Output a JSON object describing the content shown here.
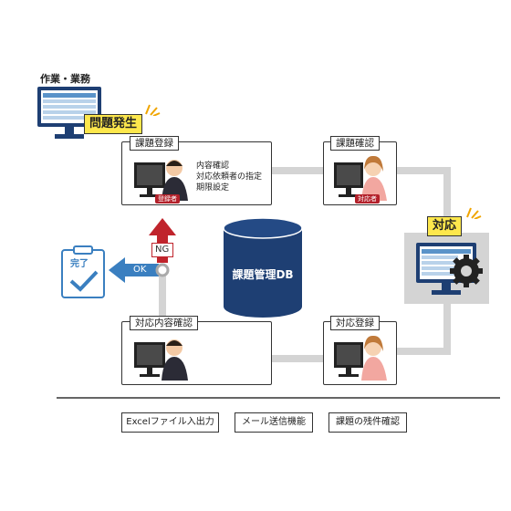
{
  "top_left_caption": "作業・業務",
  "problem_label": "問題発生",
  "steps": {
    "register": {
      "title": "課題登録",
      "badge": "登録者",
      "lines": [
        "内容確認",
        "対応依頼者の指定",
        "期限設定"
      ]
    },
    "confirm": {
      "title": "課題確認",
      "badge": "対応者"
    },
    "respond_label": "対応",
    "respond_register": {
      "title": "対応登録"
    },
    "content_confirm": {
      "title": "対応内容確認"
    }
  },
  "db_label": "課題管理DB",
  "ng_label": "NG",
  "ok_label": "OK",
  "done_label": "完了",
  "features": [
    "Excelファイル入出力",
    "メール送信機能",
    "課題の残件確認"
  ],
  "colors": {
    "navy": "#1e3f73",
    "red": "#c0242c",
    "blue": "#3a7fc0",
    "gray": "#d4d4d4",
    "yellow": "#fde74c"
  }
}
